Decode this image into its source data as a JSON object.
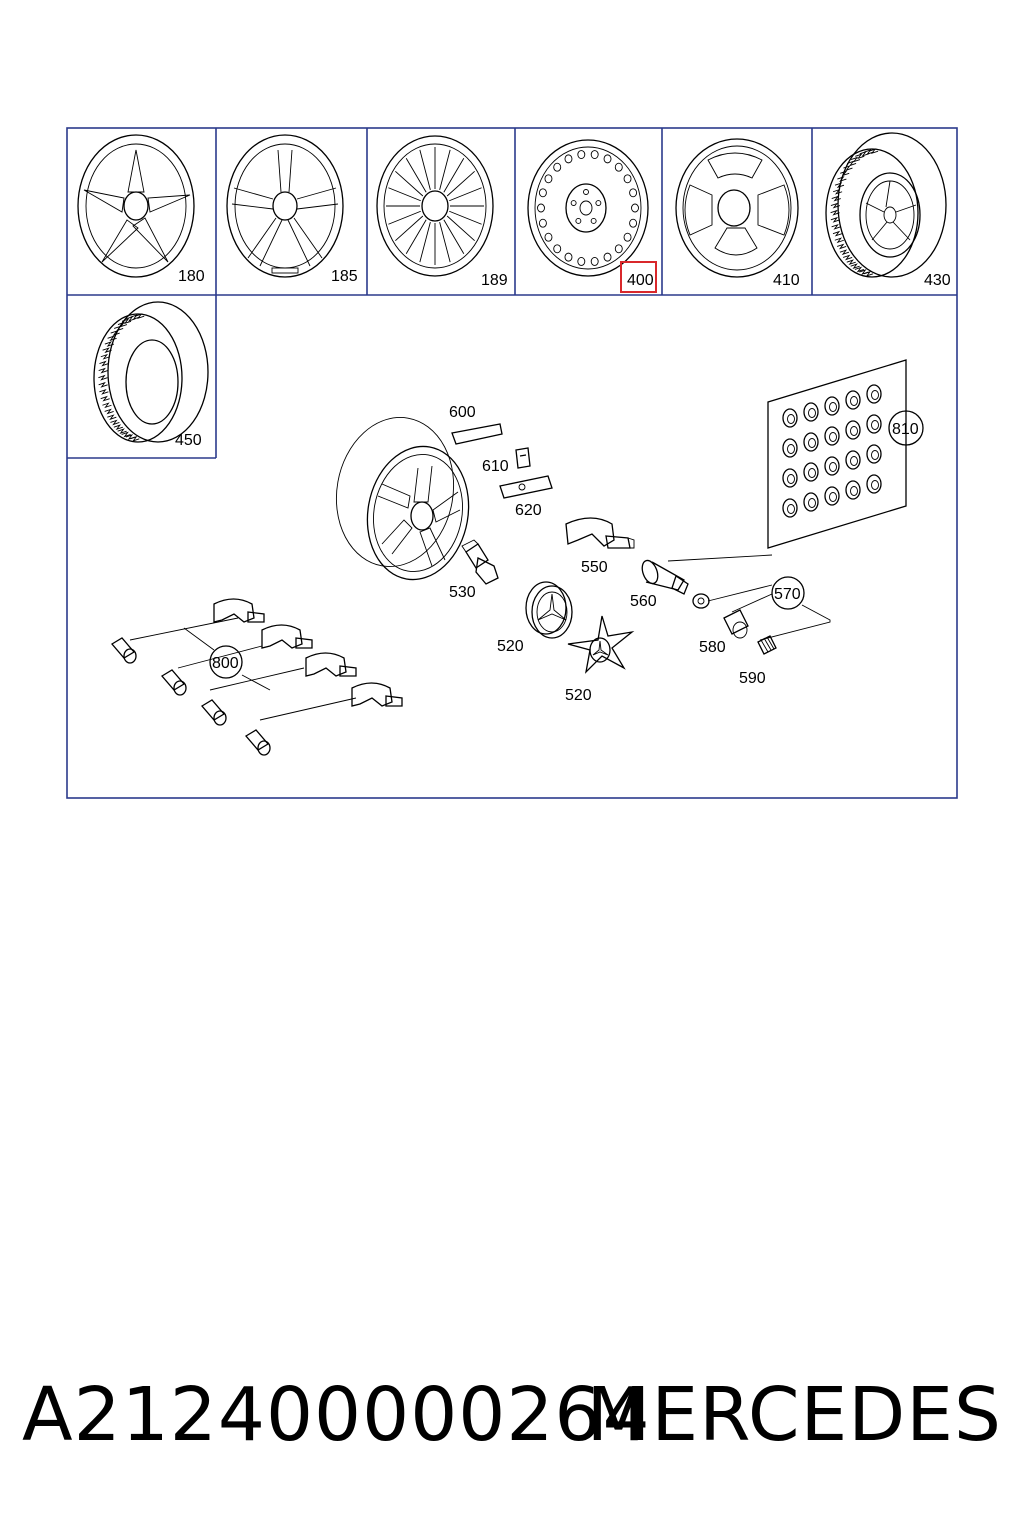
{
  "diagram": {
    "thumbnails": [
      {
        "label": "180",
        "icon": "five-spoke-wheel-icon"
      },
      {
        "label": "185",
        "icon": "double-spoke-wheel-icon"
      },
      {
        "label": "189",
        "icon": "multi-spoke-wheel-icon"
      },
      {
        "label": "400",
        "icon": "steel-wheel-icon",
        "highlighted": true
      },
      {
        "label": "410",
        "icon": "five-slot-wheel-icon"
      },
      {
        "label": "430",
        "icon": "tire-with-rim-icon"
      },
      {
        "label": "450",
        "icon": "tire-icon"
      }
    ],
    "parts": {
      "p600": "600",
      "p610": "610",
      "p620": "620",
      "p530": "530",
      "p550": "550",
      "p560": "560",
      "p570": "570",
      "p580": "580",
      "p590": "590",
      "p520a": "520",
      "p520b": "520",
      "p800": "800",
      "p810": "810"
    },
    "colors": {
      "frame": "#2b3a8c",
      "highlight": "#d9282b"
    }
  },
  "footer": {
    "part_number": "A212400000264",
    "brand": "MERCEDES"
  }
}
